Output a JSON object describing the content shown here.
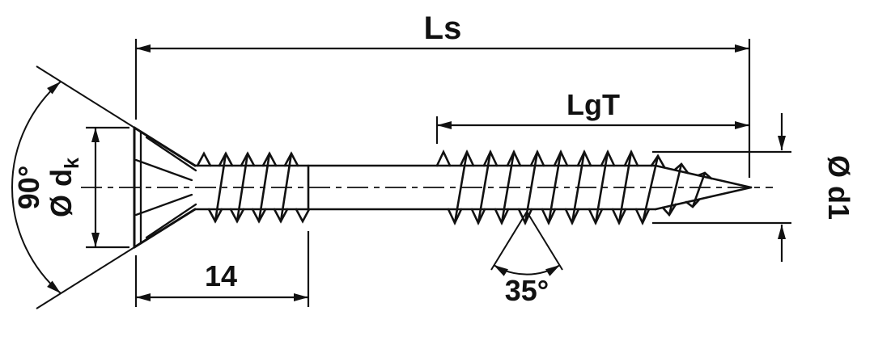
{
  "diagram": {
    "type": "technical-drawing",
    "subject": "countersunk-head wood screw with part thread, side view with dimensioning",
    "colors": {
      "line": "#111111",
      "background": "#ffffff"
    },
    "labels": {
      "overall_length": "Ls",
      "thread_length": "LgT",
      "head_angle": "90°",
      "head_diameter_prefix": "Ø d",
      "head_diameter_subscript": "k",
      "under_head_thread_length": "14",
      "thread_flank_angle": "35°",
      "outer_thread_diameter": "Ø d1"
    }
  }
}
